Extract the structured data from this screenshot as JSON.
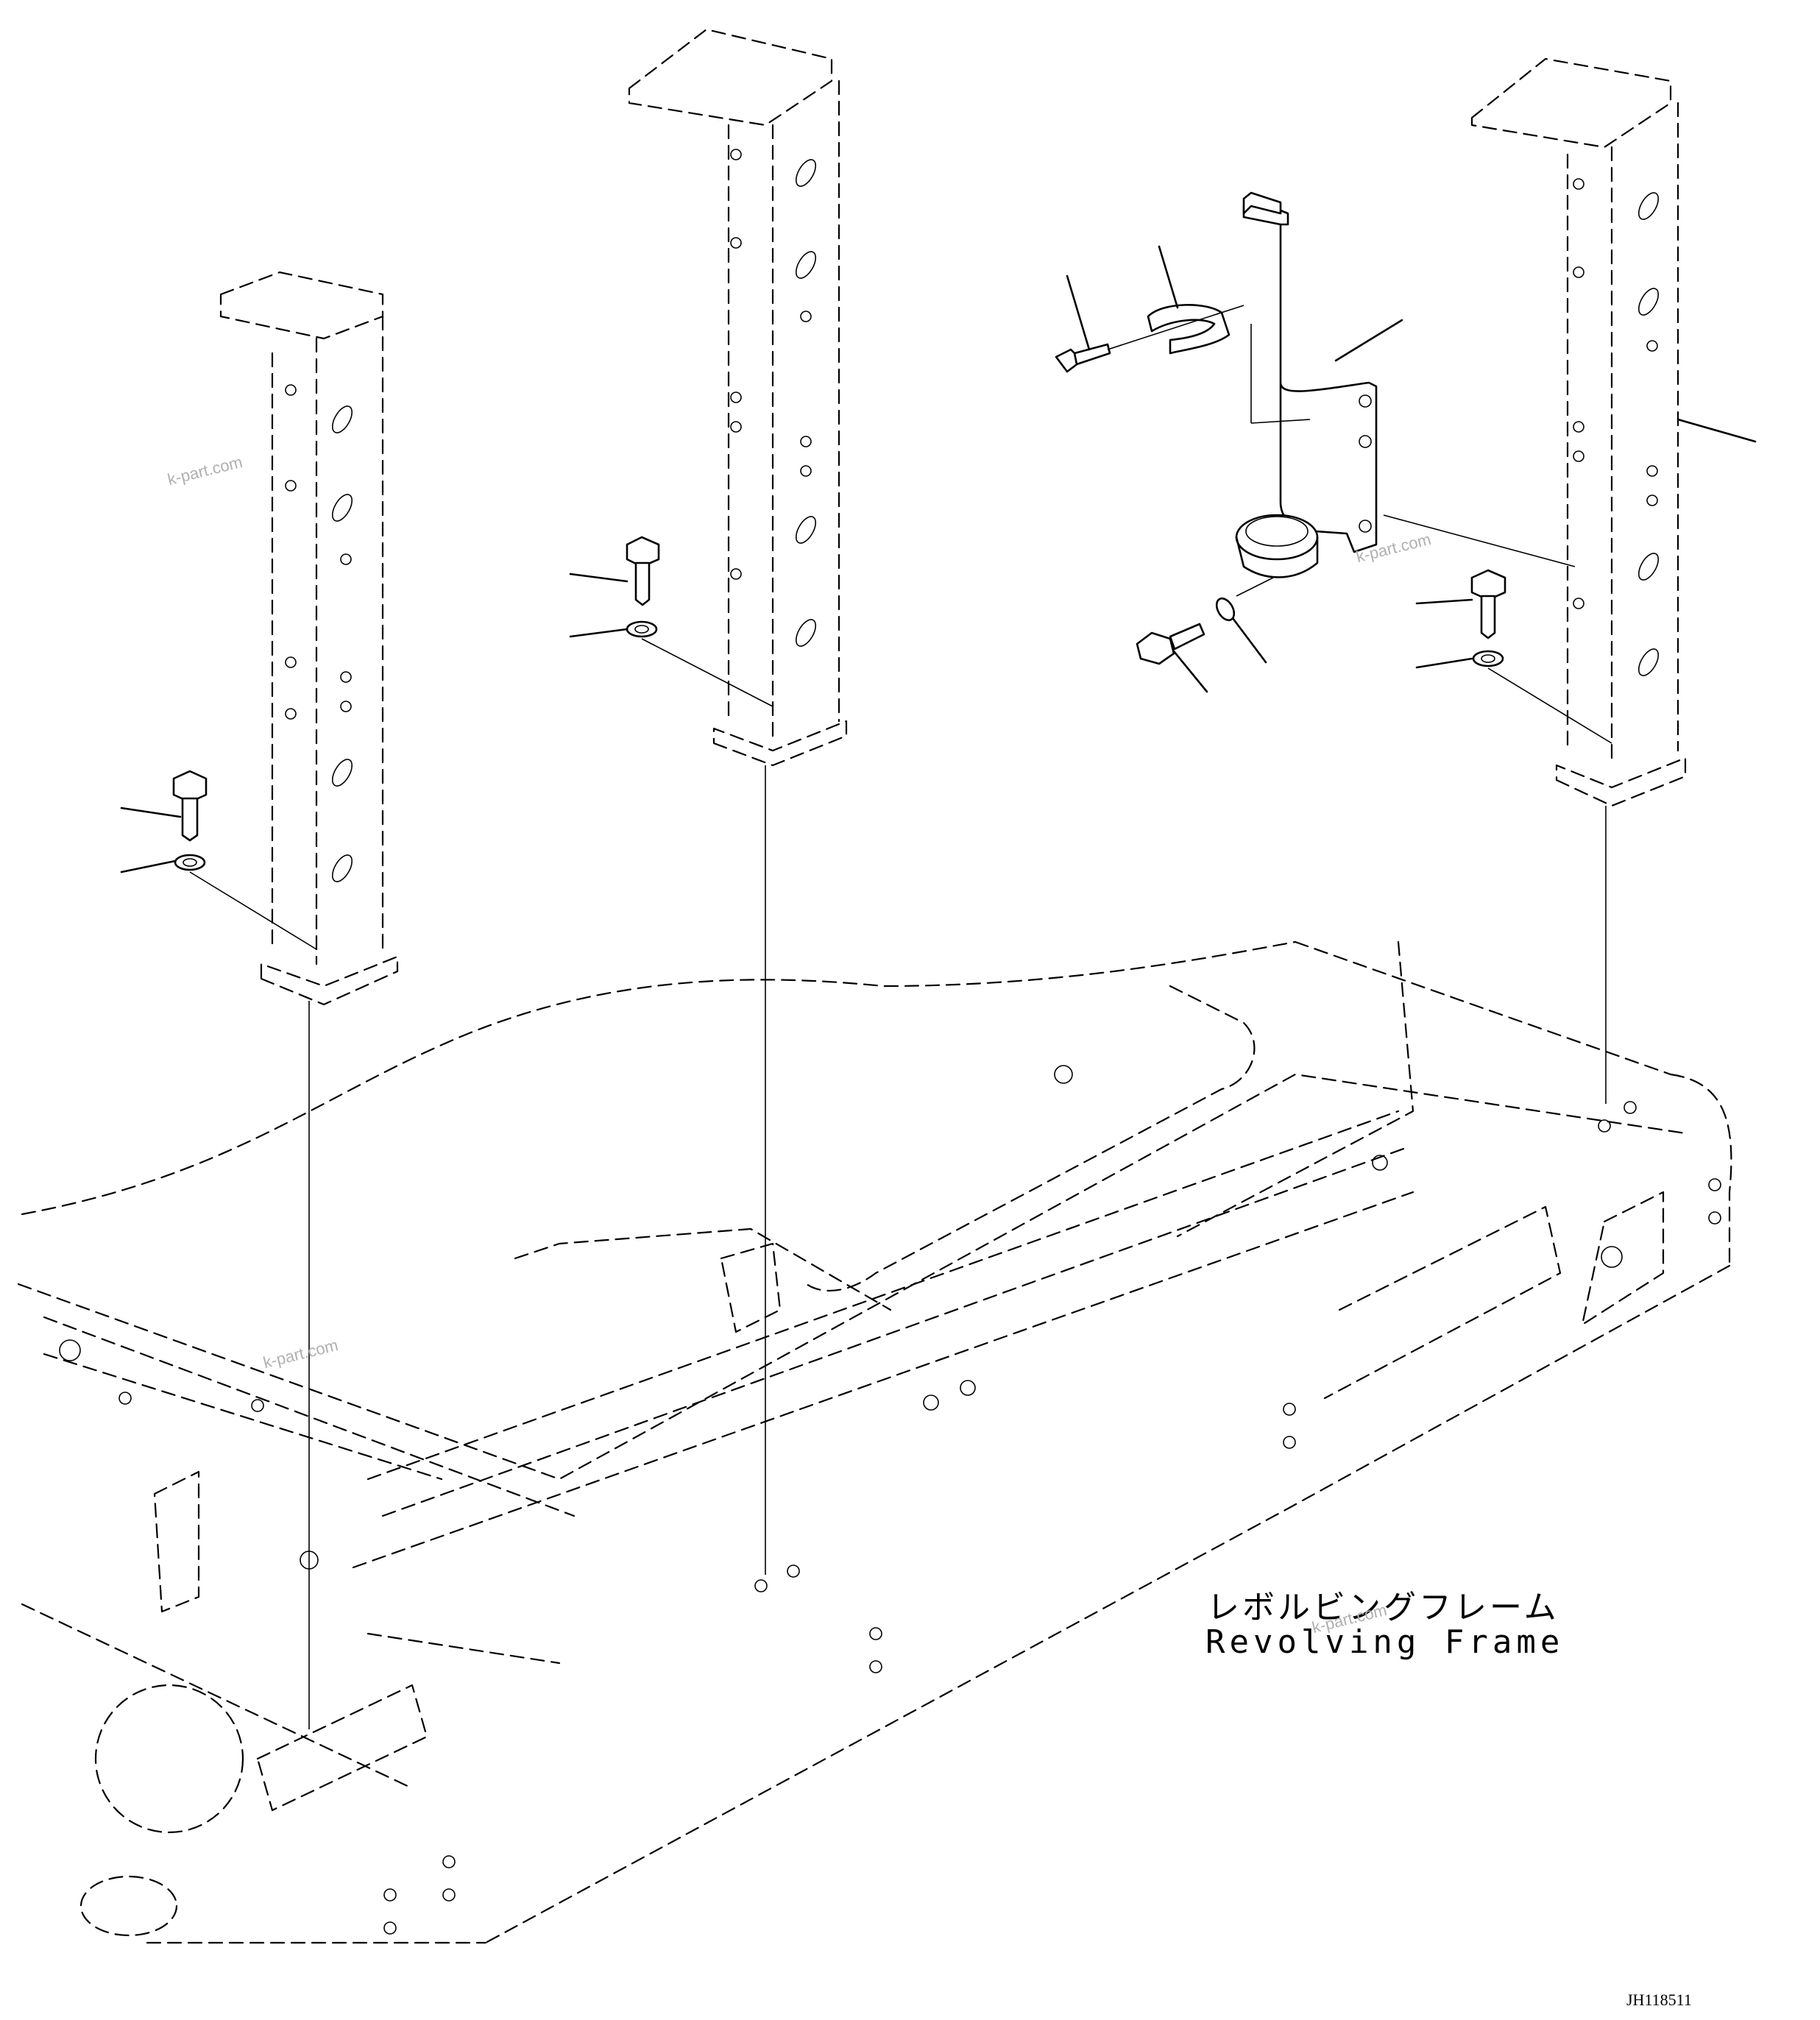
{
  "labels": {
    "frame_name_jp": "レボルビングフレーム",
    "frame_name_en": "Revolving Frame"
  },
  "watermarks": [
    "k-part.com",
    "k-part.com",
    "k-part.com",
    "k-part.com"
  ],
  "drawing_id": "JH118511"
}
